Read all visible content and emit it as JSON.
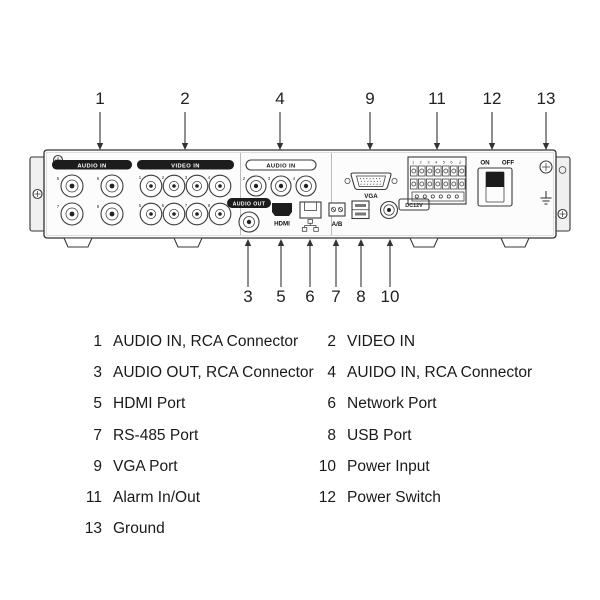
{
  "diagram": {
    "callouts_top": [
      "1",
      "2",
      "4",
      "9",
      "11",
      "12",
      "13"
    ],
    "callouts_bottom": [
      "3",
      "5",
      "6",
      "7",
      "8",
      "10"
    ],
    "labels": {
      "audio_in_left": "AUDIO IN",
      "video_in": "VIDEO IN",
      "audio_in_right": "AUDIO IN",
      "audio_out": "AUDIO OUT",
      "hdmi": "HDMI",
      "rs485": "A/B",
      "vga": "VGA",
      "dc12v": "DC12V",
      "on": "ON",
      "off": "OFF",
      "alarm_terminals": "1 2 3 4 5 6 ⏚"
    },
    "connector_numbers": {
      "audio_in_left": [
        "5",
        "6",
        "7",
        "8"
      ],
      "video_in": [
        "1",
        "2",
        "3",
        "4",
        "5",
        "6",
        "7",
        "8"
      ],
      "audio_in_right": [
        "2",
        "3",
        "4"
      ]
    }
  },
  "legend": {
    "items": [
      {
        "num": "1",
        "label": "AUDIO IN, RCA Connector"
      },
      {
        "num": "2",
        "label": "VIDEO IN"
      },
      {
        "num": "3",
        "label": "AUDIO OUT, RCA Connector"
      },
      {
        "num": "4",
        "label": "AUIDO IN, RCA Connector"
      },
      {
        "num": "5",
        "label": "HDMI Port"
      },
      {
        "num": "6",
        "label": "Network Port"
      },
      {
        "num": "7",
        "label": "RS-485 Port"
      },
      {
        "num": "8",
        "label": "USB Port"
      },
      {
        "num": "9",
        "label": "VGA Port"
      },
      {
        "num": "10",
        "label": "Power Input"
      },
      {
        "num": "11",
        "label": "Alarm In/Out"
      },
      {
        "num": "12",
        "label": "Power Switch"
      },
      {
        "num": "13",
        "label": "Ground"
      }
    ]
  },
  "colors": {
    "line": "#3a3a3a",
    "dark_fill": "#1c1c1c",
    "background": "#ffffff"
  }
}
